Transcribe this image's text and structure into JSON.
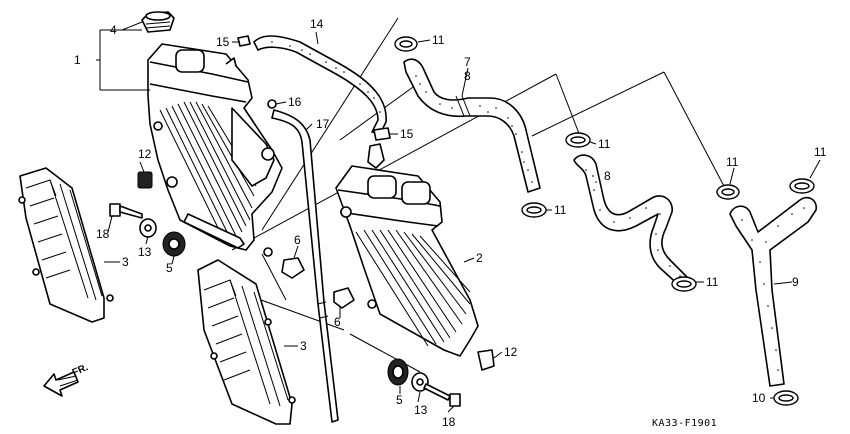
{
  "diagram": {
    "drawing_code": "KA33-F1901",
    "direction_label": "FR.",
    "callouts": [
      {
        "id": "c1",
        "label": "1"
      },
      {
        "id": "c4",
        "label": "4"
      },
      {
        "id": "c15a",
        "label": "15"
      },
      {
        "id": "c14",
        "label": "14"
      },
      {
        "id": "c11a",
        "label": "11"
      },
      {
        "id": "c7",
        "label": "7"
      },
      {
        "id": "c8a",
        "label": "8"
      },
      {
        "id": "c16",
        "label": "16"
      },
      {
        "id": "c17",
        "label": "17"
      },
      {
        "id": "c15b",
        "label": "15"
      },
      {
        "id": "c11b",
        "label": "11"
      },
      {
        "id": "c11c",
        "label": "11"
      },
      {
        "id": "c11d",
        "label": "11"
      },
      {
        "id": "c8b",
        "label": "8"
      },
      {
        "id": "c11e",
        "label": "11"
      },
      {
        "id": "c11f",
        "label": "11"
      },
      {
        "id": "c12a",
        "label": "12"
      },
      {
        "id": "c18a",
        "label": "18"
      },
      {
        "id": "c13a",
        "label": "13"
      },
      {
        "id": "c5a",
        "label": "5"
      },
      {
        "id": "c3a",
        "label": "3"
      },
      {
        "id": "c6a",
        "label": "6"
      },
      {
        "id": "c2",
        "label": "2"
      },
      {
        "id": "c9",
        "label": "9"
      },
      {
        "id": "c6b",
        "label": "6"
      },
      {
        "id": "c3b",
        "label": "3"
      },
      {
        "id": "c12b",
        "label": "12"
      },
      {
        "id": "c5b",
        "label": "5"
      },
      {
        "id": "c13b",
        "label": "13"
      },
      {
        "id": "c18b",
        "label": "18"
      },
      {
        "id": "c10",
        "label": "10"
      }
    ]
  }
}
